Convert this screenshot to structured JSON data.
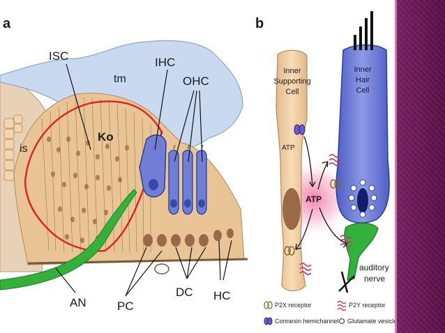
{
  "panel_a": {
    "letter": "a",
    "labels": {
      "isc": "ISC",
      "tm": "tm",
      "ihc": "IHC",
      "ohc": "OHC",
      "ko": "Ko",
      "is": "is",
      "an": "AN",
      "pc": "PC",
      "dc": "DC",
      "hc": "HC"
    }
  },
  "panel_b": {
    "letter": "b",
    "supporting_cell": [
      "Inner",
      "Supporting",
      "Cell"
    ],
    "hair_cell": [
      "Inner",
      "Hair",
      "Cell"
    ],
    "atp_small": "ATP",
    "atp_center": "ATP",
    "nerve": [
      "auditory",
      "nerve"
    ],
    "legend": {
      "p2x": "P2X receptor",
      "p2y": "P2Y receptor",
      "connexin": "Connexin hemichannel",
      "glutamate": "Glutamate vesicle"
    }
  },
  "colors": {
    "tectorial": "#c9daf0",
    "tissue": "#e9c595",
    "cell_nucleus": "#9a6a48",
    "hair_cell": "#6f7fd6",
    "nerve": "#33b13a",
    "outline_red": "#e0251d",
    "atp_glow": "#f4a6c0",
    "sidebar": "#6b1a56"
  }
}
